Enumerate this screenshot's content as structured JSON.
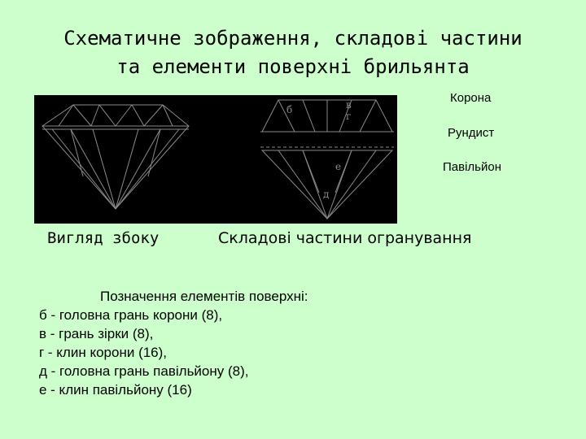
{
  "title": {
    "line1": "Схематичне зображення,  складові частини",
    "line2": "та елементи поверхні  брильянта"
  },
  "figure": {
    "letters": [
      "б",
      "в",
      "г",
      "е",
      "д"
    ]
  },
  "part_labels": {
    "crown": "Корона",
    "girdle": "Рундист",
    "pavilion": "Павільйон"
  },
  "captions": {
    "side_view": "Вигляд збоку",
    "cut_parts": "Складові частини огранування"
  },
  "legend": {
    "heading": "Позначення елементів поверхні:",
    "items": [
      "б - головна грань корони (8),",
      "в  - грань  зірки (8),",
      "г  - клин корони (16),",
      "д  - головна грань павільйону (8),",
      "е  - клин павільйону (16)"
    ]
  },
  "colors": {
    "background": "#ccffcc",
    "figure_background": "#000000",
    "line": "#8a8a8a"
  }
}
